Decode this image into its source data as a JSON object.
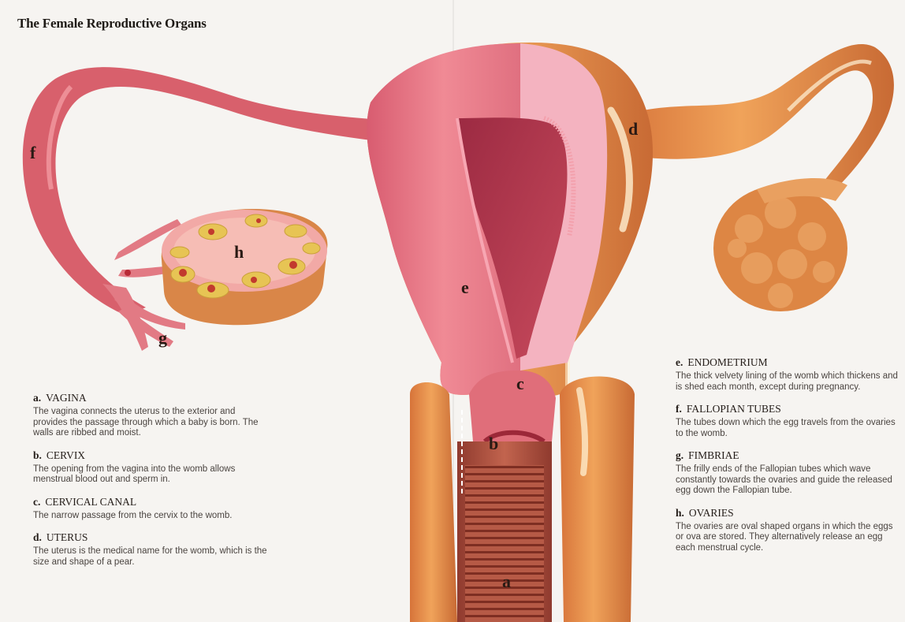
{
  "title": "The Female Reproductive Organs",
  "colors": {
    "flesh": "#e8944e",
    "pink": "#e46a7a",
    "cavity": "#b8384e",
    "ovary_yellow": "#ead36b"
  },
  "labels": {
    "a": "a",
    "b": "b",
    "c": "c",
    "d": "d",
    "e": "e",
    "f": "f",
    "g": "g",
    "h": "h"
  },
  "legend_left": [
    {
      "key": "a.",
      "name": "VAGINA",
      "text": "The vagina connects the uterus to the exterior and provides the passage through which a baby is born. The walls are ribbed and moist."
    },
    {
      "key": "b.",
      "name": "CERVIX",
      "text": "The opening from the vagina into the womb allows menstrual blood out and sperm in."
    },
    {
      "key": "c.",
      "name": "CERVICAL CANAL",
      "text": "The narrow passage from the cervix to the womb."
    },
    {
      "key": "d.",
      "name": "UTERUS",
      "text": "The uterus is the medical name for the womb, which is the size and shape of a pear."
    }
  ],
  "legend_right": [
    {
      "key": "e.",
      "name": "ENDOMETRIUM",
      "text": "The thick velvety lining of the womb which thickens and is shed each month, except during pregnancy."
    },
    {
      "key": "f.",
      "name": "FALLOPIAN TUBES",
      "text": "The tubes down which the egg travels from the ovaries to the womb."
    },
    {
      "key": "g.",
      "name": "FIMBRIAE",
      "text": "The frilly ends of the Fallopian tubes which wave constantly towards the ovaries and guide the released egg down the Fallopian tube."
    },
    {
      "key": "h.",
      "name": "OVARIES",
      "text": "The ovaries are oval shaped organs in which the eggs or ova are stored. They alternatively release an egg each menstrual cycle."
    }
  ]
}
